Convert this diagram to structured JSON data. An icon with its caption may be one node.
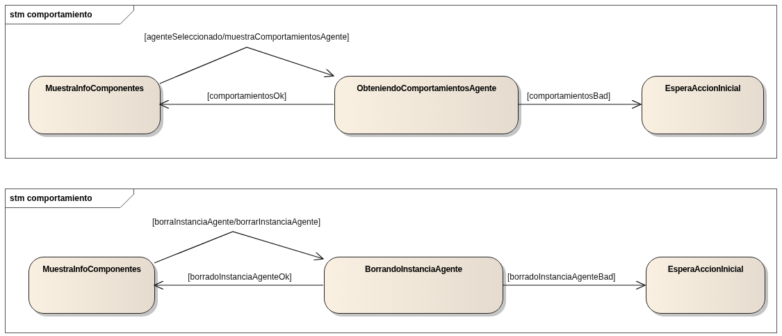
{
  "diagram": {
    "nodes": [
      {
        "text": [
          "stm comportamiento"
        ]
      },
      {
        "text": [
          "MuestraInfoComponentes"
        ],
        "in": 0
      },
      {
        "text": [
          "ObteniendoComportamientosAgente"
        ],
        "in": 0
      },
      {
        "text": [
          "EsperaAccionInicial"
        ],
        "in": 0
      },
      {
        "text": [
          "stm comportamiento"
        ]
      },
      {
        "text": [
          "MuestraInfoComponentes"
        ],
        "in": 4
      },
      {
        "text": [
          "BorrandoInstanciaAgente"
        ],
        "in": 4
      },
      {
        "text": [
          "EsperaAccionInicial"
        ],
        "in": 4
      }
    ],
    "edges": [
      {
        "from": 1,
        "to": 2,
        "arrow": "to",
        "label": "[agenteSeleccionado/muestraComportamientosAgente]"
      },
      {
        "from": 2,
        "to": 1,
        "arrow": "to",
        "label": "[comportamientosOk]"
      },
      {
        "from": 2,
        "to": 3,
        "arrow": "to",
        "label": "[comportamientosBad]"
      },
      {
        "from": 5,
        "to": 6,
        "arrow": "to",
        "label": "[borraInstanciaAgente/borrarInstanciaAgente]"
      },
      {
        "from": 6,
        "to": 5,
        "arrow": "to",
        "label": "[borradoInstanciaAgenteOk]"
      },
      {
        "from": 6,
        "to": 7,
        "arrow": "to",
        "label": "[borradoInstanciaAgenteBad]"
      }
    ]
  }
}
